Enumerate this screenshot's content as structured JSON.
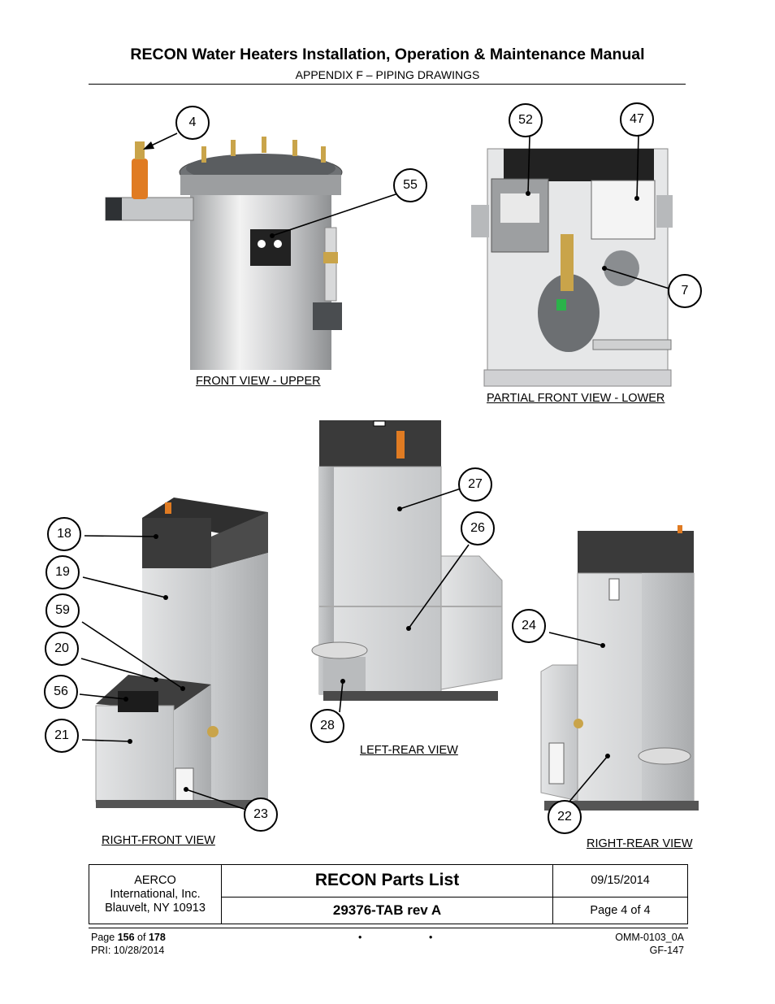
{
  "header": {
    "title": "RECON Water Heaters Installation, Operation & Maintenance Manual",
    "subtitle": "APPENDIX F – PIPING DRAWINGS"
  },
  "views": {
    "front_upper": "FRONT VIEW - UPPER",
    "partial_front_lower": "PARTIAL FRONT VIEW - LOWER",
    "left_rear": "LEFT-REAR VIEW",
    "right_front": "RIGHT-FRONT VIEW",
    "right_rear": "RIGHT-REAR VIEW"
  },
  "callouts": {
    "c4": "4",
    "c55": "55",
    "c52": "52",
    "c47": "47",
    "c7": "7",
    "c27": "27",
    "c26": "26",
    "c28": "28",
    "c18": "18",
    "c19": "19",
    "c59": "59",
    "c20": "20",
    "c56": "56",
    "c21": "21",
    "c23": "23",
    "c24": "24",
    "c22": "22"
  },
  "title_block": {
    "company_line1": "AERCO",
    "company_line2": "International, Inc.",
    "company_line3": "Blauvelt, NY 10913",
    "doc_title": "RECON Parts List",
    "doc_number": "29376-TAB rev A",
    "date": "09/15/2014",
    "page": "Page 4 of 4"
  },
  "footer": {
    "page_prefix": "Page",
    "page_current": "156",
    "page_of": "of",
    "page_total": "178",
    "pri": "PRI: 10/28/2014",
    "doc_id": "OMM-0103_0A",
    "form_id": "GF-147",
    "bullet": "•"
  },
  "colors": {
    "panel": "#d9dadb",
    "panel_dark": "#b8babc",
    "top_cover": "#3a3a3a",
    "tank": "#c8c9cb",
    "brass": "#c9a44a",
    "relief_valve": "#e07b22"
  }
}
